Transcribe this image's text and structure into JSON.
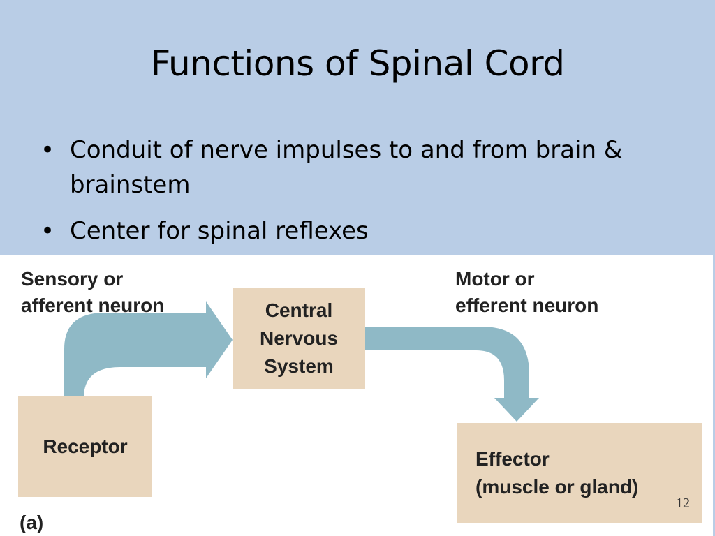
{
  "slide": {
    "title": "Functions of Spinal Cord",
    "bullets": [
      "Conduit of nerve impulses to and from brain & brainstem",
      "Center for spinal reflexes"
    ],
    "page_number": "12"
  },
  "diagram": {
    "labels": {
      "sensory": "Sensory or\nafferent neuron",
      "motor": "Motor or\nefferent neuron",
      "panel": "(a)"
    },
    "boxes": {
      "cns": "Central\nNervous\nSystem",
      "receptor": "Receptor",
      "effector": "Effector\n(muscle or gland)"
    },
    "colors": {
      "box_fill": "#e9d6bd",
      "arrow_fill": "#8fb9c6",
      "header_background": "#b9cde6"
    }
  }
}
